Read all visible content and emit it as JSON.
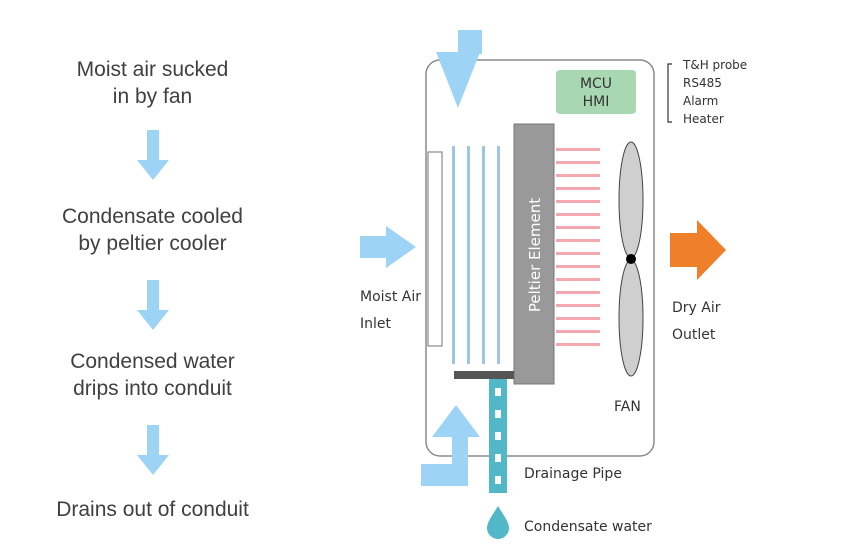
{
  "steps": [
    {
      "line1": "Moist air sucked",
      "line2": "in by fan"
    },
    {
      "line1": "Condensate cooled",
      "line2": "by peltier cooler"
    },
    {
      "line1": "Condensed water",
      "line2": "drips into conduit"
    },
    {
      "line1": "Drains out of conduit",
      "line2": ""
    }
  ],
  "diagram": {
    "mcu_line1": "MCU",
    "mcu_line2": "HMI",
    "peripherals": [
      "T&H probe",
      "RS485",
      "Alarm",
      "Heater"
    ],
    "peltier_label": "Peltier Element",
    "inlet_line1": "Moist Air",
    "inlet_line2": "Inlet",
    "outlet_line1": "Dry Air",
    "outlet_line2": "Outlet",
    "fan_label": "FAN",
    "drainage_label": "Drainage Pipe",
    "condensate_label": "Condensate water"
  },
  "colors": {
    "flow_arrow": "#9dd3f5",
    "outlet_arrow": "#f07f2a",
    "mcu_box": "#a8d8b2",
    "peltier": "#999999",
    "hot_fins": "#f4a9b0",
    "cold_fins": "#9ec6e2",
    "drain_pipe": "#52b7c7",
    "text": "#404040"
  }
}
